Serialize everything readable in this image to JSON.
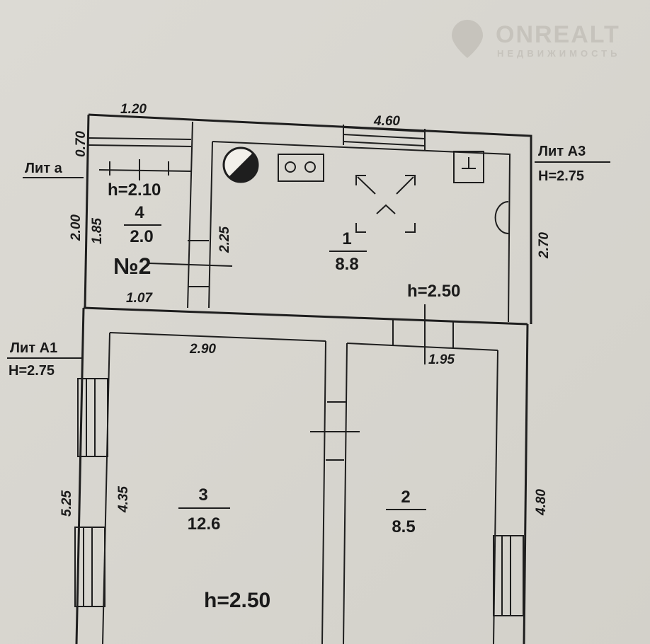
{
  "watermark": {
    "brand": "ONREALT",
    "subtitle": "НЕДВИЖИМОСТЬ"
  },
  "rooms": [
    {
      "number": "1",
      "area": "8.8"
    },
    {
      "number": "2",
      "area": "8.5"
    },
    {
      "number": "3",
      "area": "12.6"
    },
    {
      "number": "4",
      "area": "2.0"
    }
  ],
  "apartment_label": "№2",
  "heights": {
    "annex": "h=2.10",
    "kitchen": "h=2.50",
    "main": "h=2.50"
  },
  "lit_labels": {
    "lit_a": "Лит а",
    "lit_a3": "Лит А3",
    "lit_a3_h": "H=2.75",
    "lit_a1": "Лит А1",
    "lit_a1_h": "H=2.75"
  },
  "dimensions": {
    "top_annex": "1.20",
    "top_kitchen": "4.60",
    "annex_left_top": "0.70",
    "annex_left_outer": "2.00",
    "annex_left_inner": "1.85",
    "annex_bottom": "1.07",
    "partition": "2.25",
    "kitchen_right": "2.70",
    "room3_top": "2.90",
    "room2_top": "1.95",
    "left_outer": "5.25",
    "left_inner": "4.35",
    "right": "4.80"
  }
}
